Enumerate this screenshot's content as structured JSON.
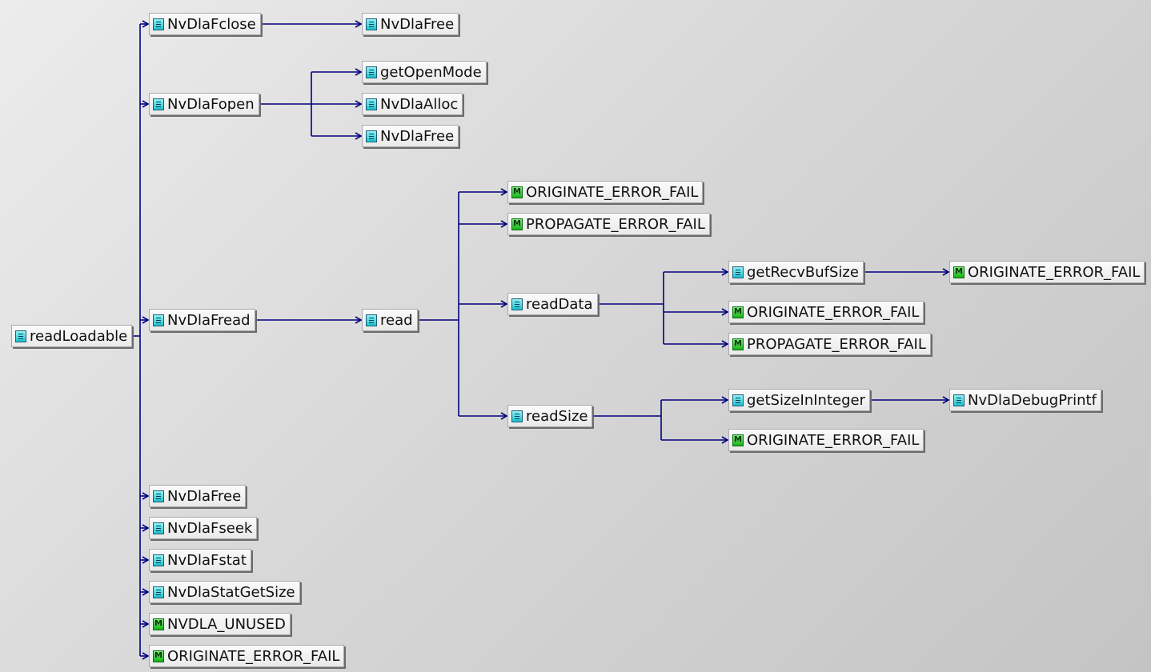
{
  "nodes": {
    "readLoadable": {
      "label": "readLoadable",
      "kind": "function"
    },
    "NvDlaFclose": {
      "label": "NvDlaFclose",
      "kind": "function"
    },
    "NvDlaFree_a": {
      "label": "NvDlaFree",
      "kind": "function"
    },
    "NvDlaFopen": {
      "label": "NvDlaFopen",
      "kind": "function"
    },
    "getOpenMode": {
      "label": "getOpenMode",
      "kind": "function"
    },
    "NvDlaAlloc": {
      "label": "NvDlaAlloc",
      "kind": "function"
    },
    "NvDlaFree_b": {
      "label": "NvDlaFree",
      "kind": "function"
    },
    "NvDlaFread": {
      "label": "NvDlaFread",
      "kind": "function"
    },
    "read": {
      "label": "read",
      "kind": "function"
    },
    "ORIGINATE_a": {
      "label": "ORIGINATE_ERROR_FAIL",
      "kind": "macro"
    },
    "PROPAGATE_a": {
      "label": "PROPAGATE_ERROR_FAIL",
      "kind": "macro"
    },
    "readData": {
      "label": "readData",
      "kind": "function"
    },
    "getRecvBufSize": {
      "label": "getRecvBufSize",
      "kind": "function"
    },
    "ORIGINATE_b": {
      "label": "ORIGINATE_ERROR_FAIL",
      "kind": "macro"
    },
    "ORIGINATE_c": {
      "label": "ORIGINATE_ERROR_FAIL",
      "kind": "macro"
    },
    "PROPAGATE_b": {
      "label": "PROPAGATE_ERROR_FAIL",
      "kind": "macro"
    },
    "readSize": {
      "label": "readSize",
      "kind": "function"
    },
    "getSizeInInteger": {
      "label": "getSizeInInteger",
      "kind": "function"
    },
    "NvDlaDebugPrintf": {
      "label": "NvDlaDebugPrintf",
      "kind": "function"
    },
    "ORIGINATE_d": {
      "label": "ORIGINATE_ERROR_FAIL",
      "kind": "macro"
    },
    "NvDlaFree_c": {
      "label": "NvDlaFree",
      "kind": "function"
    },
    "NvDlaFseek": {
      "label": "NvDlaFseek",
      "kind": "function"
    },
    "NvDlaFstat": {
      "label": "NvDlaFstat",
      "kind": "function"
    },
    "NvDlaStatGetSize": {
      "label": "NvDlaStatGetSize",
      "kind": "function"
    },
    "NVDLA_UNUSED": {
      "label": "NVDLA_UNUSED",
      "kind": "macro"
    },
    "ORIGINATE_e": {
      "label": "ORIGINATE_ERROR_FAIL",
      "kind": "macro"
    }
  },
  "edges": [
    [
      "readLoadable",
      "NvDlaFclose"
    ],
    [
      "readLoadable",
      "NvDlaFopen"
    ],
    [
      "readLoadable",
      "NvDlaFread"
    ],
    [
      "readLoadable",
      "NvDlaFree_c"
    ],
    [
      "readLoadable",
      "NvDlaFseek"
    ],
    [
      "readLoadable",
      "NvDlaFstat"
    ],
    [
      "readLoadable",
      "NvDlaStatGetSize"
    ],
    [
      "readLoadable",
      "NVDLA_UNUSED"
    ],
    [
      "readLoadable",
      "ORIGINATE_e"
    ],
    [
      "NvDlaFclose",
      "NvDlaFree_a"
    ],
    [
      "NvDlaFopen",
      "getOpenMode"
    ],
    [
      "NvDlaFopen",
      "NvDlaAlloc"
    ],
    [
      "NvDlaFopen",
      "NvDlaFree_b"
    ],
    [
      "NvDlaFread",
      "read"
    ],
    [
      "read",
      "ORIGINATE_a"
    ],
    [
      "read",
      "PROPAGATE_a"
    ],
    [
      "read",
      "readData"
    ],
    [
      "read",
      "readSize"
    ],
    [
      "readData",
      "getRecvBufSize"
    ],
    [
      "readData",
      "ORIGINATE_c"
    ],
    [
      "readData",
      "PROPAGATE_b"
    ],
    [
      "getRecvBufSize",
      "ORIGINATE_b"
    ],
    [
      "readSize",
      "getSizeInInteger"
    ],
    [
      "readSize",
      "ORIGINATE_d"
    ],
    [
      "getSizeInInteger",
      "NvDlaDebugPrintf"
    ]
  ],
  "icons": {
    "function": "function-icon",
    "macro": "macro-icon"
  },
  "colors": {
    "edge": "#000080",
    "macro_letter": "M"
  }
}
